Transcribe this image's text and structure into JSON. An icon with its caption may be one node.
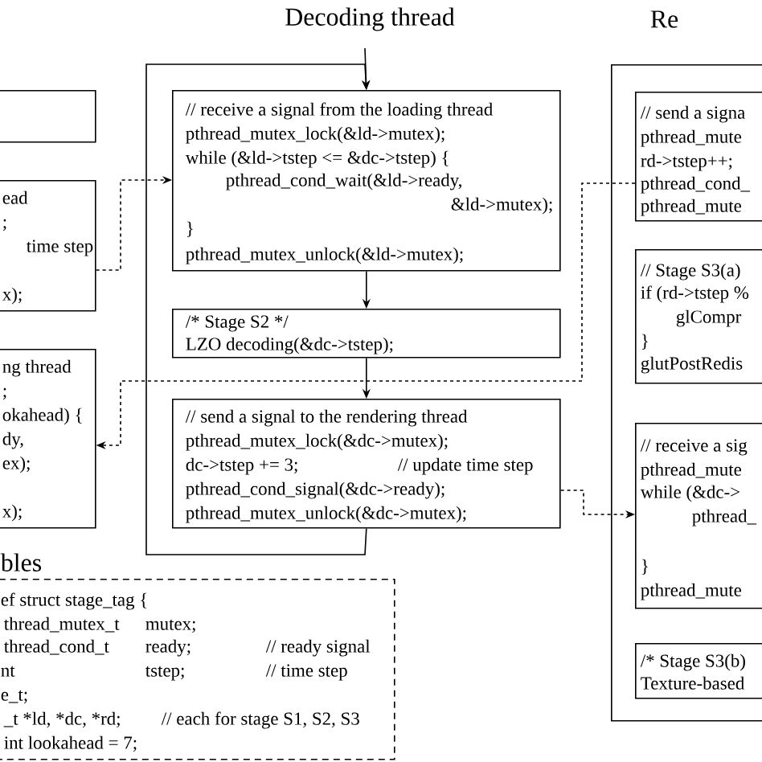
{
  "diagram": {
    "nodes": [
      {
        "text": [],
        "shape": "box"
      },
      {
        "text": [
          "ead",
          ";",
          "time step",
          "x);"
        ]
      },
      {
        "text": [
          "ng thread",
          ";",
          "okahead) {",
          "dy,",
          "ex);",
          "x);"
        ]
      },
      {
        "text": [
          "// receive a signal from the loading thread",
          "pthread_mutex_lock(&ld->mutex);",
          "while (&ld->tstep <= &dc->tstep) {",
          "pthread_cond_wait(&ld->ready,",
          "&ld->mutex);",
          "}",
          "pthread_mutex_unlock(&ld->mutex);"
        ]
      },
      {
        "text": [
          "/* Stage S2 */",
          "LZO decoding(&dc->tstep);"
        ]
      },
      {
        "text": [
          "// send a signal to the rendering thread",
          "pthread_mutex_lock(&dc->mutex);",
          "dc->tstep += 3;",
          "// update time step",
          "pthread_cond_signal(&dc->ready);",
          "pthread_mutex_unlock(&dc->mutex);"
        ]
      },
      {
        "text": [],
        "shape": "box"
      },
      {
        "text": [
          "// send a signa",
          "pthread_mute",
          "rd->tstep++;",
          "pthread_cond_",
          "pthread_mute"
        ],
        "in": 6
      },
      {
        "text": [
          "// Stage S3(a)",
          "if (rd->tstep %",
          "glCompr",
          "}",
          "glutPostRedis"
        ],
        "in": 6
      },
      {
        "text": [
          "// receive a sig",
          "pthread_mute",
          "while (&dc->",
          "pthread_",
          "}",
          "pthread_mute"
        ],
        "in": 6
      },
      {
        "text": [
          "/* Stage S3(b)",
          "Texture-based"
        ],
        "in": 6
      },
      {
        "text": [
          "bles",
          "ef struct stage_tag {",
          "thread_mutex_t",
          "mutex;",
          "thread_cond_t",
          "ready;",
          "// ready signal",
          "nt",
          "tstep;",
          "// time step",
          "e_t;",
          "_t *ld, *dc, *rd;",
          "// each for stage S1, S2, S3",
          "int lookahead = 7;"
        ]
      }
    ],
    "edges": [
      {
        "from": null,
        "to": 3,
        "arrow": "to"
      },
      {
        "from": 5,
        "to": 3,
        "arrow": "to"
      },
      {
        "from": 3,
        "to": 4,
        "arrow": "to"
      },
      {
        "from": 4,
        "to": 5,
        "arrow": "to"
      },
      {
        "from": 1,
        "to": 3,
        "arrow": "to",
        "style": "dashed"
      },
      {
        "from": 7,
        "to": 2,
        "arrow": "to",
        "style": "dashed"
      },
      {
        "from": 5,
        "to": 9,
        "arrow": "to",
        "style": "dashed"
      }
    ],
    "labels": [
      "Decoding thread",
      "Re"
    ]
  }
}
